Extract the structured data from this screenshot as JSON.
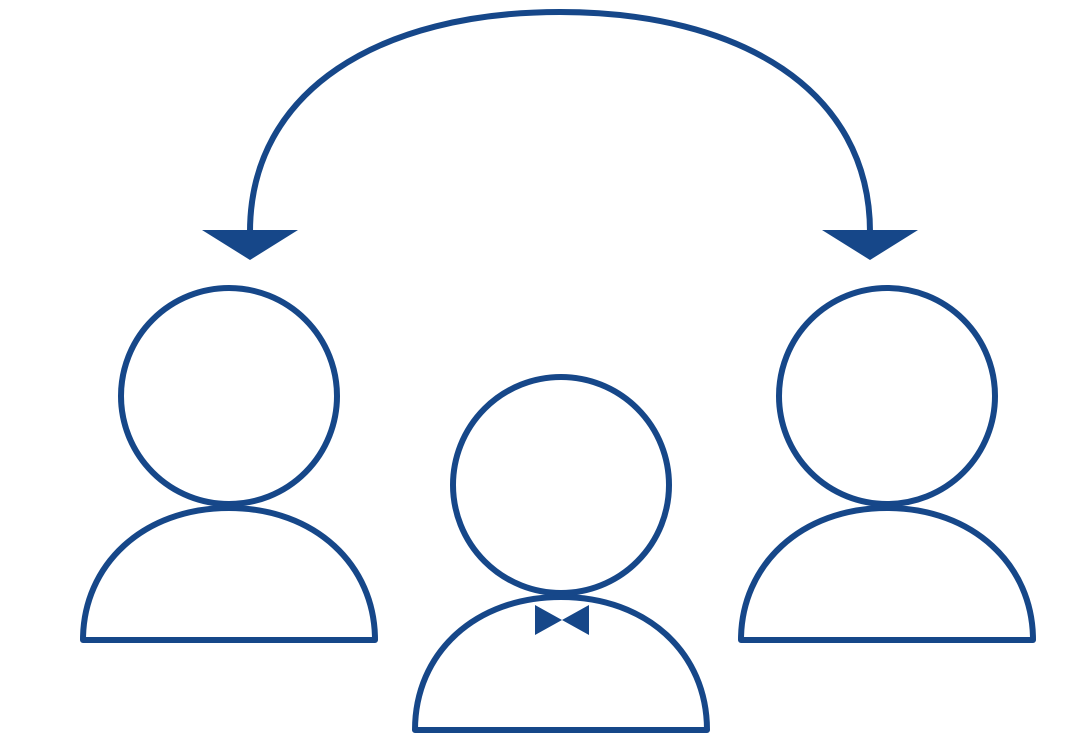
{
  "diagram": {
    "stroke_color": "#164789",
    "background_color": "#ffffff",
    "figures": [
      {
        "role": "left-person",
        "icon": "person-icon"
      },
      {
        "role": "center-person",
        "icon": "person-with-bow-tie-icon"
      },
      {
        "role": "right-person",
        "icon": "person-icon"
      }
    ],
    "connector": {
      "type": "curved-double-headed-arrow",
      "between": [
        "left-person",
        "right-person"
      ]
    }
  }
}
